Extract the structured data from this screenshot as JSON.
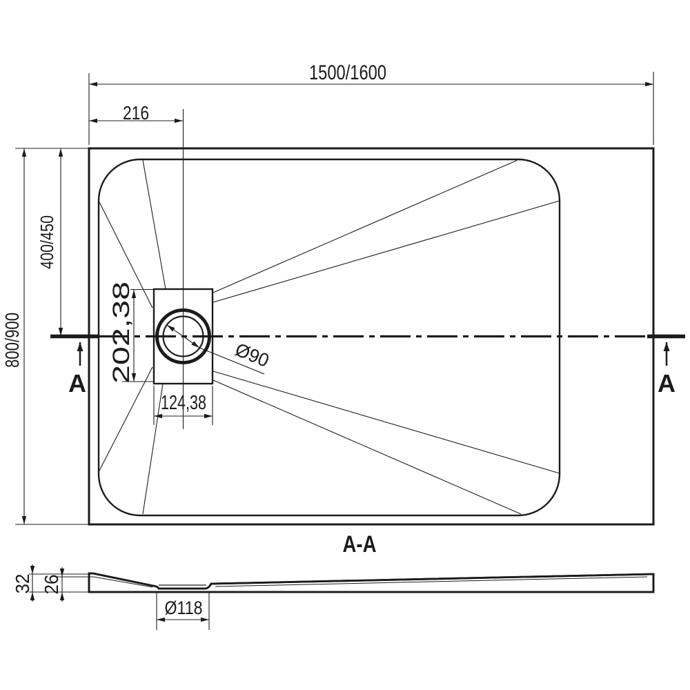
{
  "labels": {
    "plan_width": "1500/1600",
    "drain_offset_x": "216",
    "plan_height": "800/900",
    "drain_offset_y": "400/450",
    "drain_flange_height": "202,38",
    "drain_flange_width": "124,38",
    "drain_diameter": "Ø90",
    "cut_marker_left": "A",
    "cut_marker_right": "A",
    "section_title": "A-A",
    "section_total_height": "32",
    "section_inner_height": "26",
    "drain_hole_diameter": "Ø118"
  },
  "colors": {
    "line": "#1b1b1b",
    "background": "#ffffff"
  }
}
